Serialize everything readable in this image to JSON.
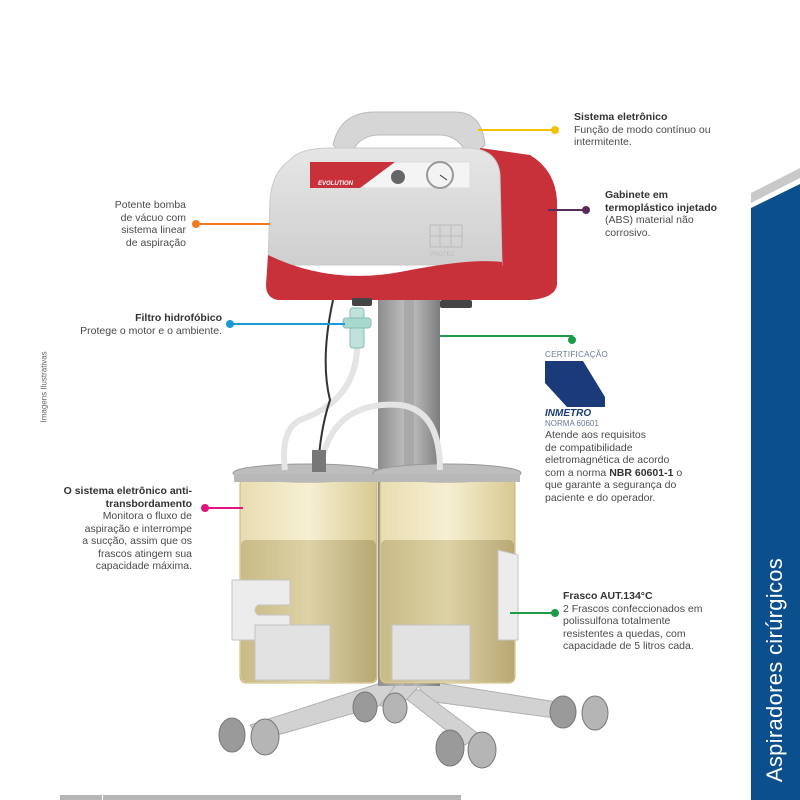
{
  "side_band": {
    "title": "Aspiradores cirúrgicos",
    "color": "#0b4f8c"
  },
  "disclaimer": "Imagens Ilustrativas",
  "callouts": {
    "sistema_eletronico": {
      "title": "Sistema eletrônico",
      "text": [
        "Função de modo contínuo ou",
        "intermitente."
      ],
      "color": "#f2c200"
    },
    "gabinete": {
      "title": [
        "Gabinete em",
        "termoplástico injetado"
      ],
      "text": [
        "(ABS) material não",
        "corrosivo."
      ],
      "color": "#5a2a5a"
    },
    "bomba": {
      "text": [
        "Potente bomba",
        "de vácuo com",
        "sistema linear",
        "de aspiração"
      ],
      "color": "#f07b1e"
    },
    "filtro": {
      "title": "Filtro hidrofóbico",
      "text": "Protege o motor e o ambiente.",
      "color": "#1a9ad6"
    },
    "certificacao": {
      "label": "CERTIFICAÇÃO",
      "brand": "INMETRO",
      "norma": "NORMA 60601",
      "text": [
        "Atende aos requisitos",
        "de compatibilidade",
        "eletromagnética de acordo"
      ],
      "text_pre": "com a norma ",
      "text_bold": "NBR 60601-1",
      "text_post": " o",
      "text_end": [
        "que garante a segurança do",
        "paciente e do operador."
      ],
      "color": "#1f9a4a"
    },
    "anti_transbordamento": {
      "title": [
        "O sistema eletrônico anti-",
        "transbordamento"
      ],
      "text": [
        "Monitora o fluxo de",
        "aspiração e interrompe",
        "a sucção, assim que os",
        "frascos atingem sua",
        "capacidade máxima."
      ],
      "color": "#e0147c"
    },
    "frasco": {
      "title": "Frasco AUT.134°C",
      "text": [
        "2 Frascos confeccionados em",
        "polissulfona totalmente",
        "resistentes a quedas, com",
        "capacidade de 5 litros cada."
      ],
      "color": "#1f9a4a"
    }
  },
  "device": {
    "model": "EVOLUTION",
    "brand_mark": "PROTEC"
  }
}
